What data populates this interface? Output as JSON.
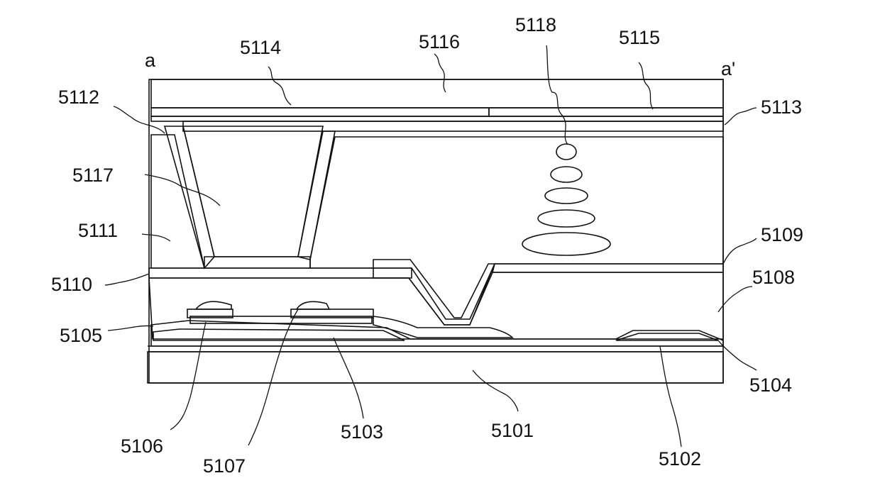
{
  "figure": {
    "section_labels": {
      "left": "a",
      "right": "a'"
    },
    "labels": {
      "l5101": "5101",
      "l5102": "5102",
      "l5103": "5103",
      "l5104": "5104",
      "l5105": "5105",
      "l5106": "5106",
      "l5107": "5107",
      "l5108": "5108",
      "l5109": "5109",
      "l5110": "5110",
      "l5111": "5111",
      "l5112": "5112",
      "l5113": "5113",
      "l5114": "5114",
      "l5115": "5115",
      "l5116": "5116",
      "l5117": "5117",
      "l5118": "5118"
    }
  }
}
